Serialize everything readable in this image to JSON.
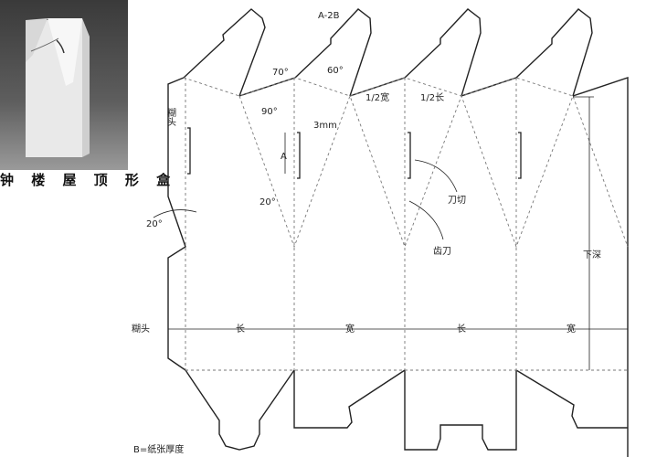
{
  "photo": {
    "caption": "钟 楼 屋 顶 形 盒",
    "alt": "gable-top box photo"
  },
  "diagram": {
    "title_note": "B=纸张厚度",
    "labels": {
      "a_minus_2b": "A-2B",
      "angle_70": "70°",
      "angle_60": "60°",
      "angle_90": "90°",
      "angle_20_top": "20°",
      "angle_20_left": "20°",
      "three_mm": "3mm",
      "a": "A",
      "half_width": "1/2宽",
      "half_length": "1/2长",
      "glue_flap_top": "糊头",
      "glue_flap_left": "糊头",
      "knife_cut": "刀切",
      "perforation": "齿刀",
      "depth": "下深",
      "length_1": "长",
      "width_1": "宽",
      "length_2": "长",
      "width_2": "宽"
    },
    "colors": {
      "line": "#222222",
      "dashed": "#777777"
    }
  }
}
